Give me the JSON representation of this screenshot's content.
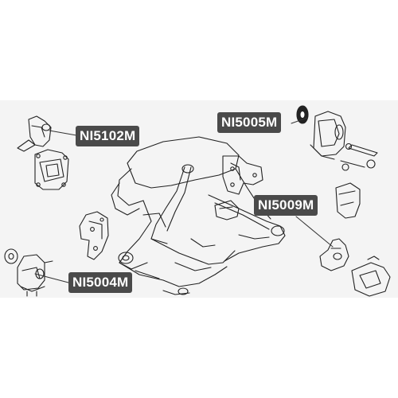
{
  "labels": {
    "ni5102m": "NI5102M",
    "ni5005m": "NI5005M",
    "ni5009m": "NI5009M",
    "ni5004m": "NI5004M"
  },
  "colors": {
    "label_bg": "#4a4a4a",
    "label_text": "#ffffff",
    "panel_bg": "#f4f4f4",
    "line_art": "#222222"
  }
}
